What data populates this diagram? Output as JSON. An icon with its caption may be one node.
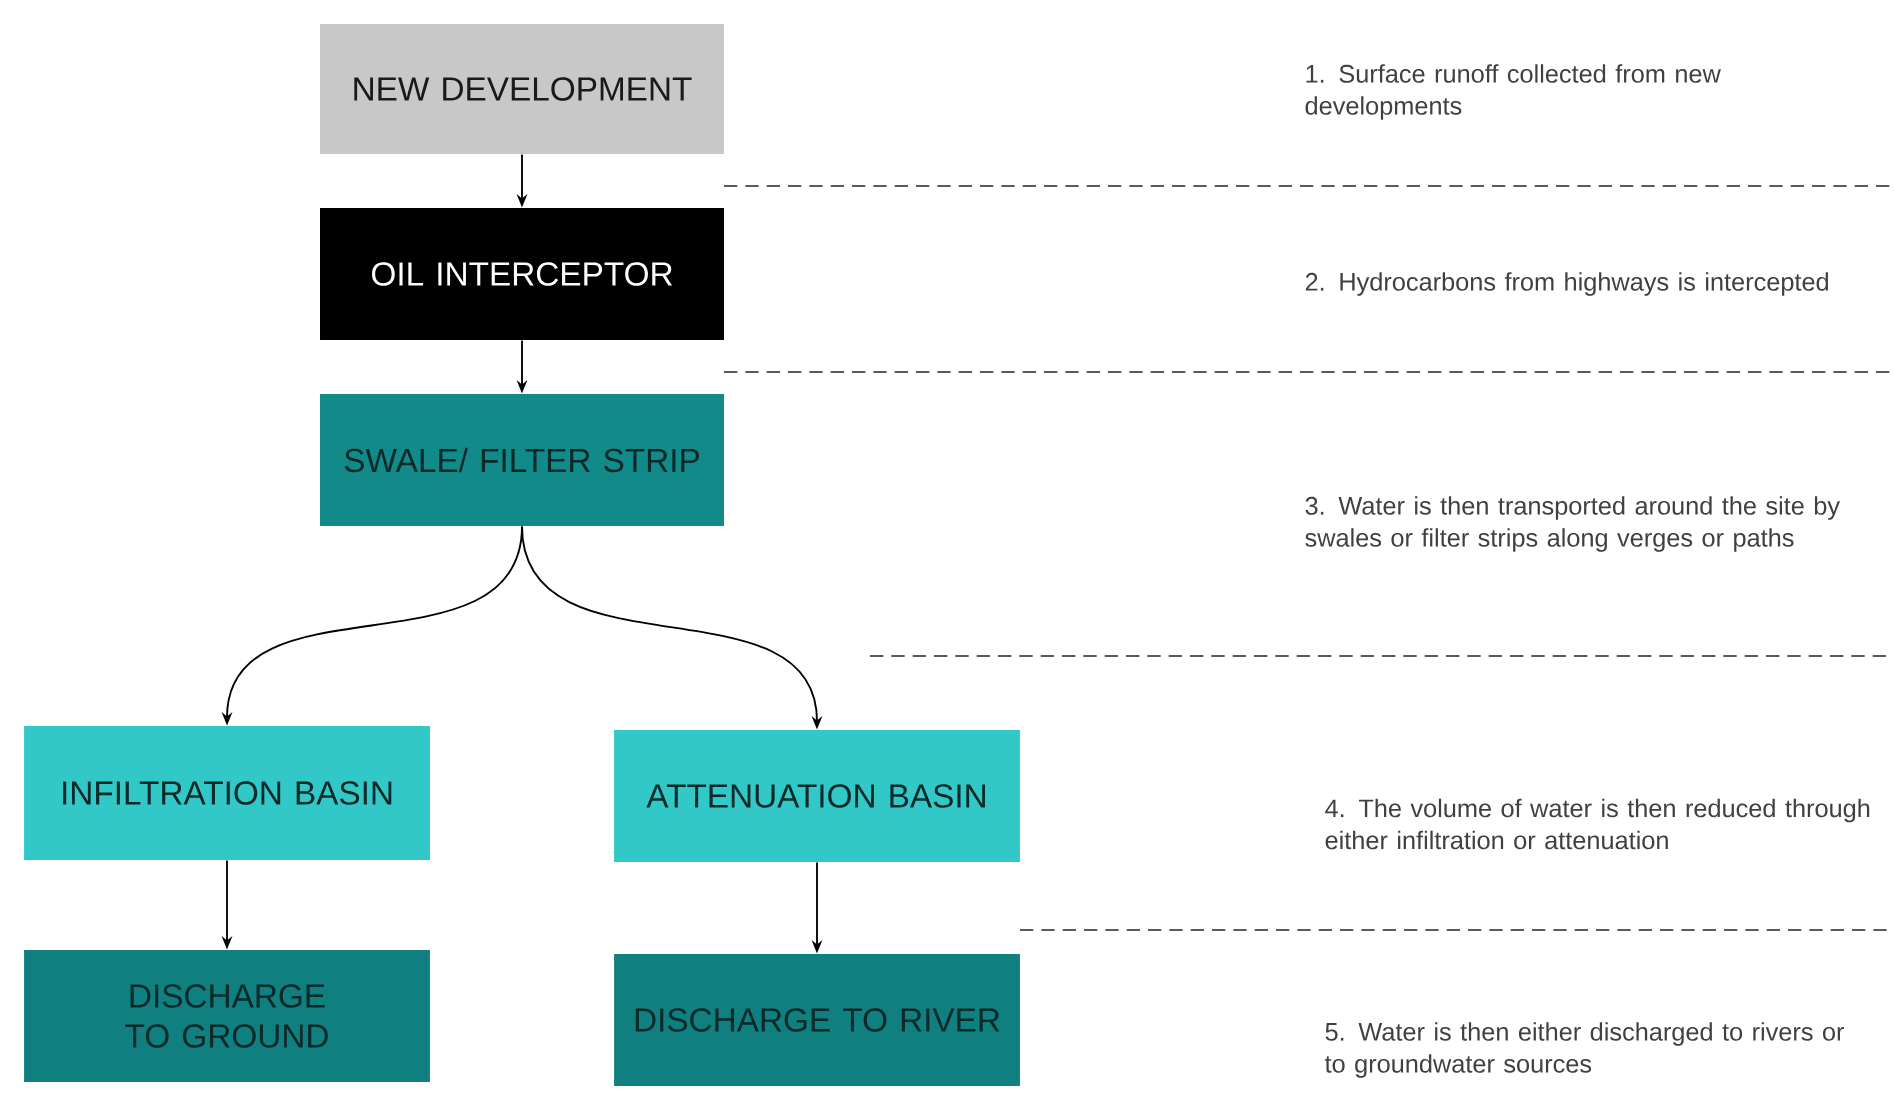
{
  "diagram": {
    "nodes": [
      {
        "text": [
          "NEW DEVELOPMENT"
        ]
      },
      {
        "text": [
          "OIL INTERCEPTOR"
        ]
      },
      {
        "text": [
          "SWALE/ FILTER STRIP"
        ]
      },
      {
        "text": [
          "INFILTRATION BASIN"
        ]
      },
      {
        "text": [
          "ATTENUATION BASIN"
        ]
      },
      {
        "text": [
          "DISCHARGE TO GROUND"
        ]
      },
      {
        "text": [
          "DISCHARGE TO RIVER"
        ]
      }
    ],
    "edges": [
      {
        "from": 0,
        "to": 1,
        "arrow": "to"
      },
      {
        "from": 1,
        "to": 2,
        "arrow": "to"
      },
      {
        "from": 2,
        "to": 3,
        "arrow": "to"
      },
      {
        "from": 2,
        "to": 4,
        "arrow": "to"
      },
      {
        "from": 3,
        "to": 5,
        "arrow": "to"
      },
      {
        "from": 4,
        "to": 6,
        "arrow": "to"
      }
    ],
    "labels": [
      "1. Surface runoff collected from new developments",
      "2. Hydrocarbons from highways is intercepted",
      "3. Water is then transported around the site by swales or filter strips along verges or paths",
      "4. The volume of water is then reduced through either infiltration or attenuation",
      "5. Water is then either discharged to rivers or to groundwater sources"
    ]
  }
}
